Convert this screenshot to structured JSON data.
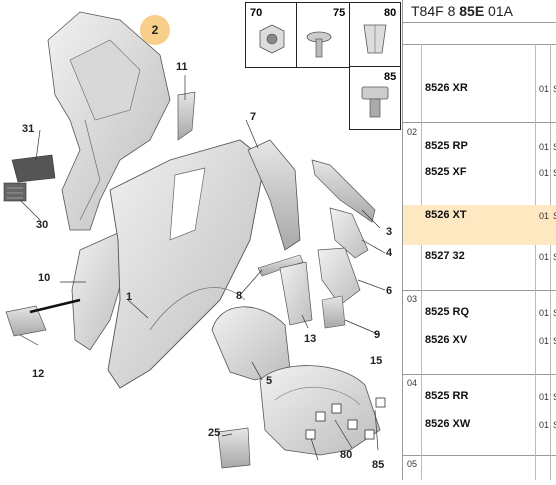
{
  "header": {
    "prefix": "T84F 8 ",
    "bold": "85E",
    "suffix": " 01A"
  },
  "badge_label": "2",
  "callouts": {
    "c1": "1",
    "c3": "3",
    "c4": "4",
    "c5": "5",
    "c6": "6",
    "c7": "7",
    "c8": "8",
    "c9": "9",
    "c10": "10",
    "c11": "11",
    "c12": "12",
    "c13": "13",
    "c15": "15",
    "c25": "25",
    "c30": "30",
    "c31": "31",
    "c80": "80",
    "c85": "85"
  },
  "fastener_boxes": {
    "b70": "70",
    "b75": "75",
    "b80": "80",
    "b85": "85"
  },
  "parts": [
    {
      "section": "",
      "ref": "8526 XR",
      "qty": "01",
      "trunc": "S"
    },
    {
      "section": "02",
      "ref": "8525 RP",
      "qty": "01",
      "trunc": "S"
    },
    {
      "section": "",
      "ref": "8525 XF",
      "qty": "01",
      "trunc": "S"
    },
    {
      "section": "",
      "ref": "8526 XT",
      "qty": "01",
      "trunc": "S"
    },
    {
      "section": "",
      "ref": "8527 32",
      "qty": "01",
      "trunc": "S"
    },
    {
      "section": "03",
      "ref": "8525 RQ",
      "qty": "01",
      "trunc": "S"
    },
    {
      "section": "",
      "ref": "8526 XV",
      "qty": "01",
      "trunc": "S"
    },
    {
      "section": "04",
      "ref": "8525 RR",
      "qty": "01",
      "trunc": "S"
    },
    {
      "section": "",
      "ref": "8526 XW",
      "qty": "01",
      "trunc": "S"
    },
    {
      "section": "05",
      "ref": "",
      "qty": "",
      "trunc": ""
    }
  ],
  "highlight_color": "#fde8c2",
  "accent_badge_color": "#f7cf8a"
}
